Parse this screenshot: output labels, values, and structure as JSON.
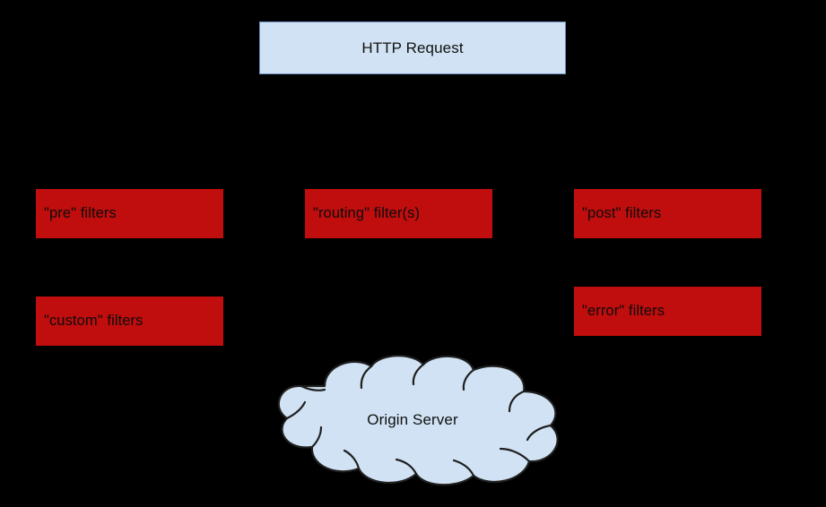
{
  "diagram": {
    "background_color": "#000000",
    "title": "",
    "nodes": {
      "http_request": {
        "label": "HTTP Request",
        "shape": "rectangle",
        "fill": "#d0e2f3",
        "stroke": "#6c8ebf",
        "text_align": "center"
      },
      "pre_filters": {
        "label": "\"pre\" filters",
        "shape": "rectangle",
        "fill": "#c00d0d",
        "text_align": "left"
      },
      "routing_filters": {
        "label": "\"routing\" filter(s)",
        "shape": "rectangle",
        "fill": "#c00d0d",
        "text_align": "left"
      },
      "post_filters": {
        "label": "\"post\" filters",
        "shape": "rectangle",
        "fill": "#c00d0d",
        "text_align": "left"
      },
      "custom_filters": {
        "label": "\"custom\" filters",
        "shape": "rectangle",
        "fill": "#c00d0d",
        "text_align": "left"
      },
      "error_filters": {
        "label": "\"error\" filters",
        "shape": "rectangle",
        "fill": "#c00d0d",
        "text_align": "left"
      },
      "origin_server": {
        "label": "Origin Server",
        "shape": "cloud",
        "fill": "#d0e2f3",
        "stroke": "#1f1f1f",
        "text_align": "center"
      }
    }
  }
}
